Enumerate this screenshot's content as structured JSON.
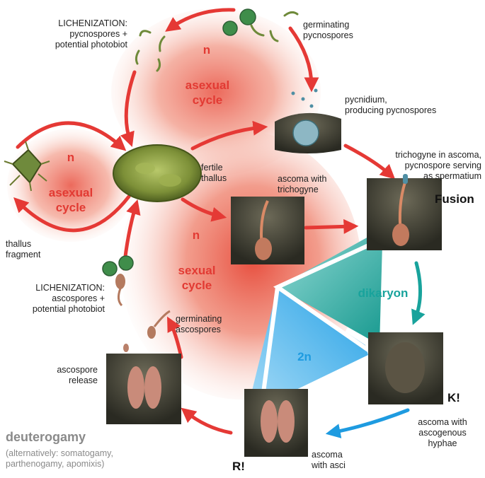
{
  "colors": {
    "arrow_red": "#e53935",
    "cycle_text_red": "#e23a33",
    "dikaryon_teal": "#18a39c",
    "diploid_blue": "#1e9be0",
    "deuterogamy_gray": "#8a8a8a"
  },
  "cycles": {
    "asexual_top_ploidy": "n",
    "asexual_top_label": "asexual\ncycle",
    "asexual_left_ploidy": "n",
    "asexual_left_label": "asexual\ncycle",
    "sexual_ploidy": "n",
    "sexual_label": "sexual\ncycle",
    "dikaryon_label": "dikaryon",
    "diploid_label": "2n"
  },
  "labels": {
    "lichenization_top": "LICHENIZATION:\npycnospores +\npotential photobiot",
    "germinating_pycnospores": "germinating\npycnospores",
    "pycnidium": "pycnidium,\nproducing pycnospores",
    "trichogyne_spermatium": "trichogyne in ascoma,\npycnospore serving\nas spermatium",
    "fusion": "Fusion",
    "fertile_thallus": "fertile\nthallus",
    "ascoma_trichogyne": "ascoma with\ntrichogyne",
    "thallus_fragment": "thallus\nfragment",
    "lichenization_bottom": "LICHENIZATION:\nascospores +\npotential photobiot",
    "germinating_ascospores": "germinating\nascospores",
    "ascospore_release": "ascospore\nrelease",
    "karyogamy": "K!",
    "ascogenous_hyphae": "ascoma with\nascogenous\nhyphae",
    "reduction": "R!",
    "ascoma_asci": "ascoma\nwith asci",
    "deuterogamy": "deuterogamy",
    "deuterogamy_alt": "(alternatively: somatogamy,\nparthenogamy, apomixis)"
  }
}
